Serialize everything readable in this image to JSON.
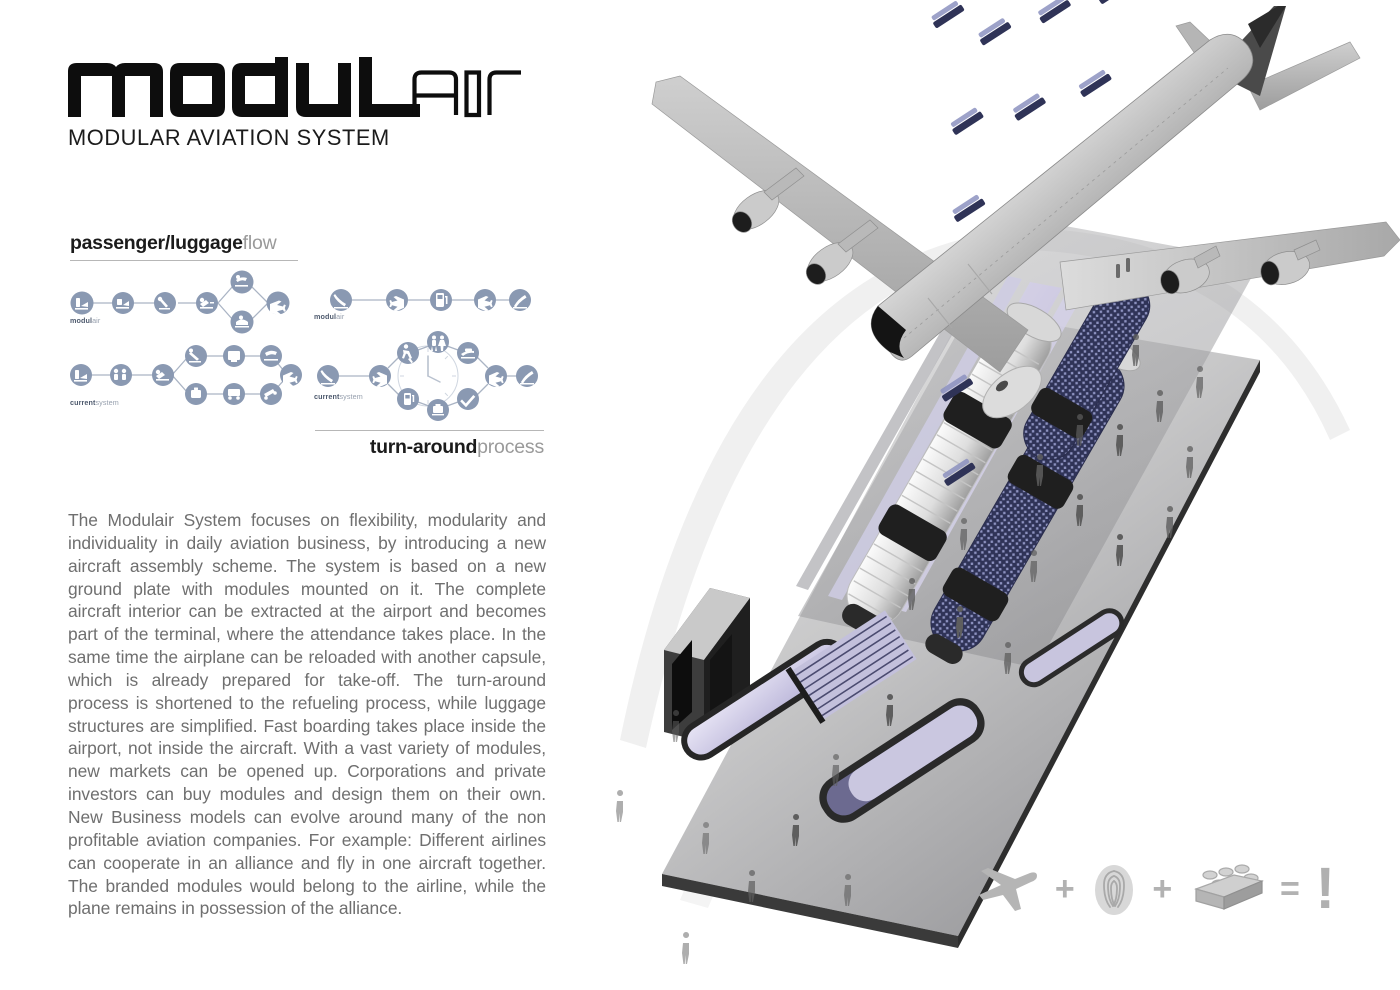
{
  "poster": {
    "title": "modulair",
    "subtitle": "MODULAR AVIATION SYSTEM",
    "logo_bold_part": "modul",
    "logo_outline_part": "air",
    "background": "#ffffff"
  },
  "colors": {
    "node_fill": "#8a99b2",
    "node_fill_dark": "#7a8aa5",
    "link_stroke": "#aab4c4",
    "rule": "#b7b7b7",
    "body_text": "#6f6f6f",
    "heading_bold": "#1b1b1b",
    "heading_light": "#9a9a9a",
    "label_text": "#4e5a6e",
    "equation_icon": "#b5b5b5",
    "render_deck": "#a9a9ab",
    "render_seat": "#3b3f66",
    "render_glass": "#cfcbe8"
  },
  "sections": [
    {
      "id": "passenger-luggage-flow",
      "heading_bold": "passenger/luggage",
      "heading_light": "flow",
      "align": "left"
    },
    {
      "id": "turn-around-process",
      "heading_bold": "turn-around",
      "heading_light": "process",
      "align": "right"
    }
  ],
  "diagrams": [
    {
      "id": "flow-modulair",
      "label_bold": "modul",
      "label_light": "air",
      "nodes": [
        {
          "icon": "check-in-desk-icon",
          "label": "check-in"
        },
        {
          "icon": "baggage-drop-icon",
          "label": "baggage drop"
        },
        {
          "icon": "security-scan-icon",
          "label": "security"
        },
        {
          "icon": "lounge-seat-icon",
          "label": "lounge / waiting"
        },
        {
          "icon": "capsule-boarding-icon",
          "label": "capsule boarding"
        },
        {
          "icon": "capsule-luggage-icon",
          "label": "capsule luggage"
        },
        {
          "icon": "airplane-icon",
          "label": "aircraft"
        }
      ]
    },
    {
      "id": "flow-current-system",
      "label_bold": "current",
      "label_light": "system",
      "nodes": [
        {
          "icon": "check-in-desk-icon",
          "label": "check-in"
        },
        {
          "icon": "passengers-icon",
          "label": "passengers"
        },
        {
          "icon": "lounge-seat-icon",
          "label": "waiting"
        },
        {
          "icon": "security-scan-icon",
          "label": "security check"
        },
        {
          "icon": "gate-agent-icon",
          "label": "gate"
        },
        {
          "icon": "jet-bridge-icon",
          "label": "jet bridge"
        },
        {
          "icon": "suitcase-icon",
          "label": "luggage handling"
        },
        {
          "icon": "baggage-cart-icon",
          "label": "baggage cart"
        },
        {
          "icon": "loading-belt-icon",
          "label": "loading belt"
        },
        {
          "icon": "airplane-icon",
          "label": "aircraft"
        }
      ]
    },
    {
      "id": "turnaround-modulair",
      "label_bold": "modul",
      "label_light": "air",
      "nodes": [
        {
          "icon": "landing-icon",
          "label": "landing"
        },
        {
          "icon": "plane-arrival-icon",
          "label": "arrival"
        },
        {
          "icon": "refuel-pump-icon",
          "label": "refueling"
        },
        {
          "icon": "plane-departure-icon",
          "label": "departure"
        },
        {
          "icon": "takeoff-icon",
          "label": "take-off"
        }
      ]
    },
    {
      "id": "turnaround-current-system",
      "label_bold": "current",
      "label_light": "system",
      "clock_center": true,
      "nodes": [
        {
          "icon": "landing-icon",
          "label": "landing"
        },
        {
          "icon": "plane-arrival-icon",
          "label": "arrival"
        },
        {
          "icon": "deboarding-icon",
          "label": "de-boarding"
        },
        {
          "icon": "restroom-cleaning-icon",
          "label": "cleaning"
        },
        {
          "icon": "catering-icon",
          "label": "catering"
        },
        {
          "icon": "refuel-pump-icon",
          "label": "refueling"
        },
        {
          "icon": "baggage-load-icon",
          "label": "baggage loading"
        },
        {
          "icon": "checkmark-icon",
          "label": "final check"
        },
        {
          "icon": "plane-departure-icon",
          "label": "departure"
        },
        {
          "icon": "takeoff-icon",
          "label": "take-off"
        }
      ]
    }
  ],
  "body": {
    "text": "The Modulair System focuses on flexibility, modularity and individuality in daily aviation business, by introducing a new aircraft assembly scheme. The system is based on a new ground plate with modules mounted on it. The complete aircraft interior can be extracted at the airport and becomes part of the terminal, where the attendance takes place. In the same time the airplane can be reloaded with another capsule, which is already prepared for take-off. The turn-around process is shortened to the refueling process, while luggage structures are simplified. Fast boarding takes place inside the airport, not inside the aircraft. With a vast variety of modules, new markets can be opened up. Corporations and private investors can buy modules and design them on their own. New Business models can evolve around many of the non profitable aviation companies. For example: Different airlines can cooperate in an alliance and fly in one aircraft together. The branded modules would belong to the airline, while the plane remains in possession of the alliance."
  },
  "equation": {
    "items": [
      {
        "type": "icon",
        "icon": "airplane-icon",
        "label": "airplane"
      },
      {
        "type": "operator",
        "symbol": "+"
      },
      {
        "type": "icon",
        "icon": "fingerprint-icon",
        "label": "individuality"
      },
      {
        "type": "operator",
        "symbol": "+"
      },
      {
        "type": "icon",
        "icon": "lego-brick-icon",
        "label": "modularity"
      },
      {
        "type": "operator",
        "symbol": "="
      },
      {
        "type": "icon",
        "icon": "exclamation-mark-icon",
        "label": "!"
      }
    ]
  },
  "render": {
    "id": "modulair-terminal-render",
    "description": "Isometric 3D rendering of a wide-body four-engine aircraft above a modular airport terminal deck with extracted passenger capsules, escalators, stairs, elevator cores and people."
  }
}
